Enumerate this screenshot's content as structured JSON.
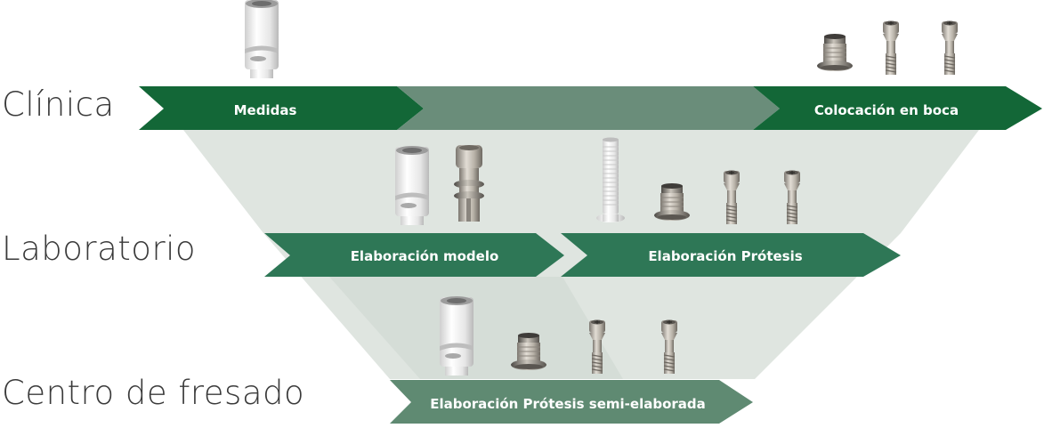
{
  "rows": {
    "clinica": {
      "label": "Clínica",
      "arrows": [
        "Medidas",
        "Colocación en boca"
      ]
    },
    "laboratorio": {
      "label": "Laboratorio",
      "arrows": [
        "Elaboración modelo",
        "Elaboración Prótesis"
      ]
    },
    "fresado": {
      "label": "Centro de fresado",
      "arrows": [
        "Elaboración Prótesis semi-elaborada"
      ]
    }
  },
  "colors": {
    "dark_green": "#136737",
    "mid_green": "#2e7756",
    "muted_green": "#6a8d7a",
    "light_green": "#5f8a72",
    "funnel": "#dfe5e0"
  },
  "components": {
    "clinica": [
      "impression-coping-icon",
      "abutment-base-icon",
      "prosthetic-screw-icon",
      "prosthetic-screw-icon"
    ],
    "laboratorio": [
      "impression-coping-icon",
      "implant-analog-icon",
      "calcinable-sleeve-icon",
      "abutment-base-icon",
      "prosthetic-screw-icon",
      "prosthetic-screw-icon"
    ],
    "fresado": [
      "impression-coping-icon",
      "abutment-base-icon",
      "prosthetic-screw-icon",
      "prosthetic-screw-icon"
    ]
  }
}
